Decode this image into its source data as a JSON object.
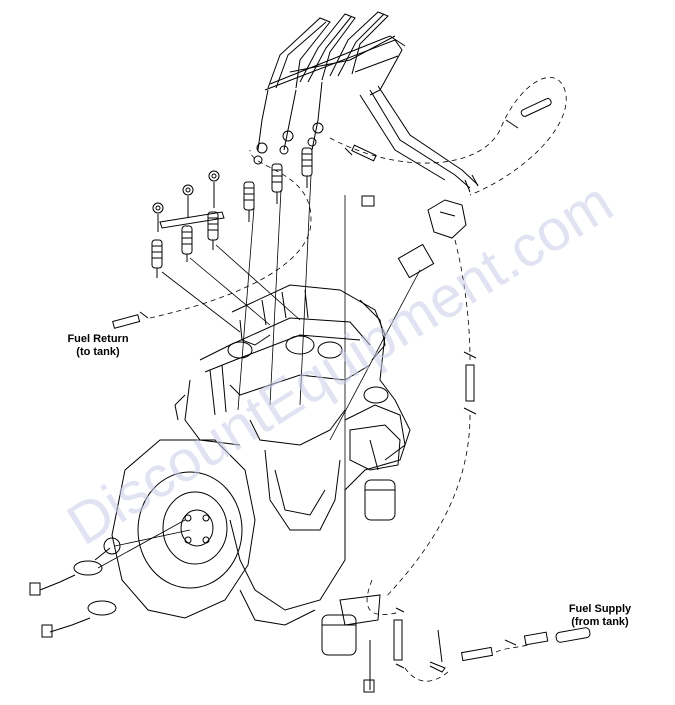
{
  "labels": {
    "fuel_return": {
      "line1": "Fuel Return",
      "line2": "(to tank)"
    },
    "fuel_supply": {
      "line1": "Fuel Supply",
      "line2": "(from tank)"
    }
  },
  "watermark": {
    "text": "DiscountEquipment.com"
  },
  "colors": {
    "line": "#000000",
    "background": "#ffffff",
    "watermark": "#c9cde8"
  }
}
